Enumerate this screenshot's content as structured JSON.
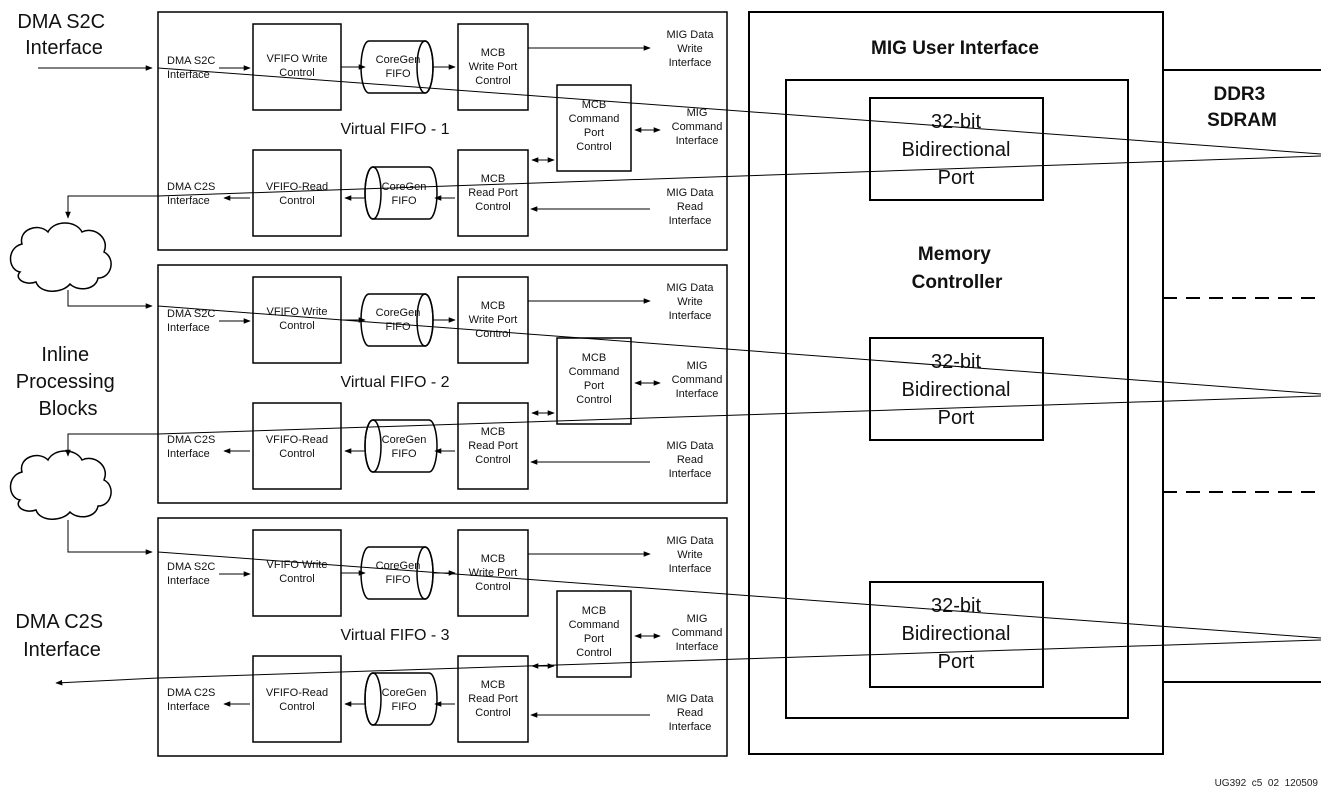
{
  "left_labels": {
    "dma_s2c": [
      "DMA S2C",
      "Interface"
    ],
    "inline": [
      "Inline",
      "Processing",
      "Blocks"
    ],
    "dma_c2s": [
      "DMA C2S",
      "Interface"
    ]
  },
  "vfifo_blocks": [
    {
      "title": "Virtual FIFO - 1",
      "dma_s2c": [
        "DMA S2C",
        "Interface"
      ],
      "dma_c2s": [
        "DMA C2S",
        "Interface"
      ],
      "write_ctrl": [
        "VFIFO Write",
        "Control"
      ],
      "read_ctrl": [
        "VFIFO-Read",
        "Control"
      ],
      "fifo_top": [
        "CoreGen",
        "FIFO"
      ],
      "fifo_bot": [
        "CoreGen",
        "FIFO"
      ],
      "mcb_write": [
        "MCB",
        "Write Port",
        "Control"
      ],
      "mcb_read": [
        "MCB",
        "Read Port",
        "Control"
      ],
      "mcb_cmd": [
        "MCB",
        "Command",
        "Port",
        "Control"
      ],
      "mig_write": [
        "MIG Data",
        "Write",
        "Interface"
      ],
      "mig_cmd": [
        "MIG",
        "Command",
        "Interface"
      ],
      "mig_read": [
        "MIG Data",
        "Read",
        "Interface"
      ]
    },
    {
      "title": "Virtual FIFO - 2",
      "dma_s2c": [
        "DMA S2C",
        "Interface"
      ],
      "dma_c2s": [
        "DMA C2S",
        "Interface"
      ],
      "write_ctrl": [
        "VFIFO Write",
        "Control"
      ],
      "read_ctrl": [
        "VFIFO-Read",
        "Control"
      ],
      "fifo_top": [
        "CoreGen",
        "FIFO"
      ],
      "fifo_bot": [
        "CoreGen",
        "FIFO"
      ],
      "mcb_write": [
        "MCB",
        "Write Port",
        "Control"
      ],
      "mcb_read": [
        "MCB",
        "Read Port",
        "Control"
      ],
      "mcb_cmd": [
        "MCB",
        "Command",
        "Port",
        "Control"
      ],
      "mig_write": [
        "MIG Data",
        "Write",
        "Interface"
      ],
      "mig_cmd": [
        "MIG",
        "Command",
        "Interface"
      ],
      "mig_read": [
        "MIG Data",
        "Read",
        "Interface"
      ]
    },
    {
      "title": "Virtual FIFO - 3",
      "dma_s2c": [
        "DMA S2C",
        "Interface"
      ],
      "dma_c2s": [
        "DMA C2S",
        "Interface"
      ],
      "write_ctrl": [
        "VFIFO Write",
        "Control"
      ],
      "read_ctrl": [
        "VFIFO-Read",
        "Control"
      ],
      "fifo_top": [
        "CoreGen",
        "FIFO"
      ],
      "fifo_bot": [
        "CoreGen",
        "FIFO"
      ],
      "mcb_write": [
        "MCB",
        "Write Port",
        "Control"
      ],
      "mcb_read": [
        "MCB",
        "Read Port",
        "Control"
      ],
      "mcb_cmd": [
        "MCB",
        "Command",
        "Port",
        "Control"
      ],
      "mig_write": [
        "MIG Data",
        "Write",
        "Interface"
      ],
      "mig_cmd": [
        "MIG",
        "Command",
        "Interface"
      ],
      "mig_read": [
        "MIG Data",
        "Read",
        "Interface"
      ]
    }
  ],
  "mig": {
    "title": "MIG User Interface",
    "controller": [
      "Memory",
      "Controller"
    ],
    "ports": [
      [
        "32-bit",
        "Bidirectional",
        "Port"
      ],
      [
        "32-bit",
        "Bidirectional",
        "Port"
      ],
      [
        "32-bit",
        "Bidirectional",
        "Port"
      ]
    ]
  },
  "ddr3": [
    "DDR3",
    "SDRAM"
  ],
  "footer": "UG392_c5_02_120509"
}
